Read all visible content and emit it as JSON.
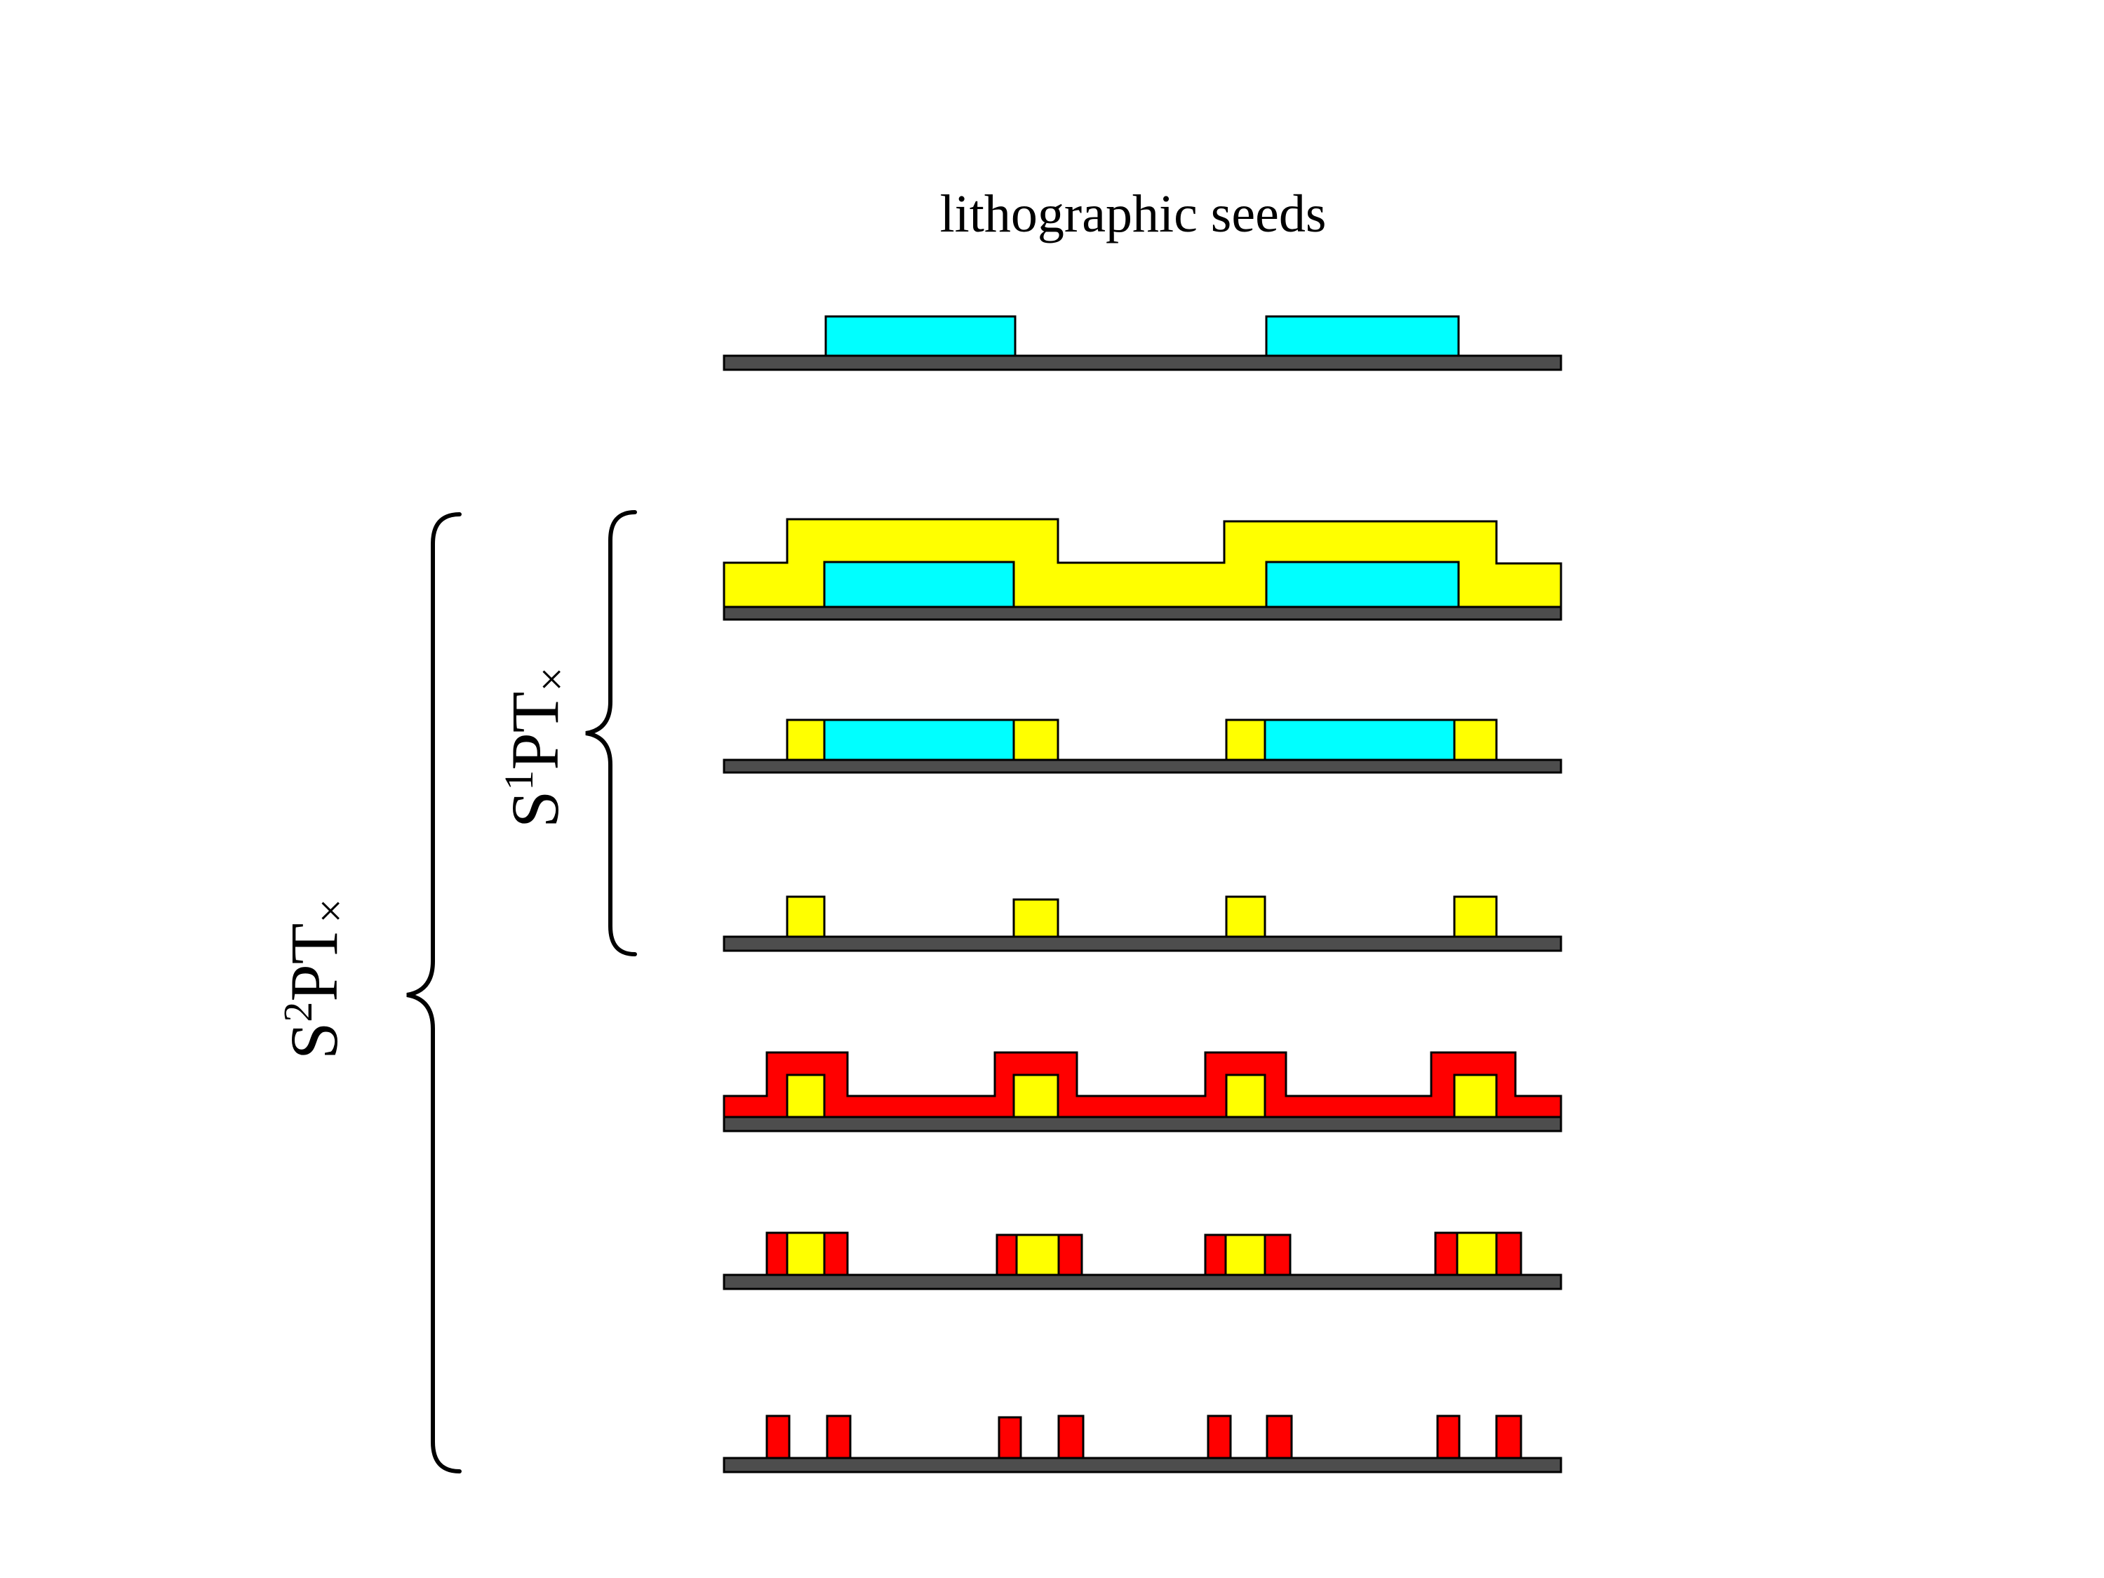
{
  "title": "lithographic seeds",
  "labels": {
    "s1pt": {
      "prefix": "S",
      "sup": "1",
      "main": "PT",
      "sub": "×"
    },
    "s2pt": {
      "prefix": "S",
      "sup": "2",
      "main": "PT",
      "sub": "×"
    }
  },
  "colors": {
    "substrate": "#4d4d4d",
    "seed": "#00ffff",
    "first_spacer": "#ffff00",
    "second_spacer": "#ff0000",
    "outline": "#000000"
  },
  "steps": [
    "seed-pattern",
    "first-spacer-deposition",
    "first-spacer-etch",
    "seed-removal",
    "second-spacer-deposition",
    "second-spacer-etch",
    "first-spacer-removal"
  ]
}
